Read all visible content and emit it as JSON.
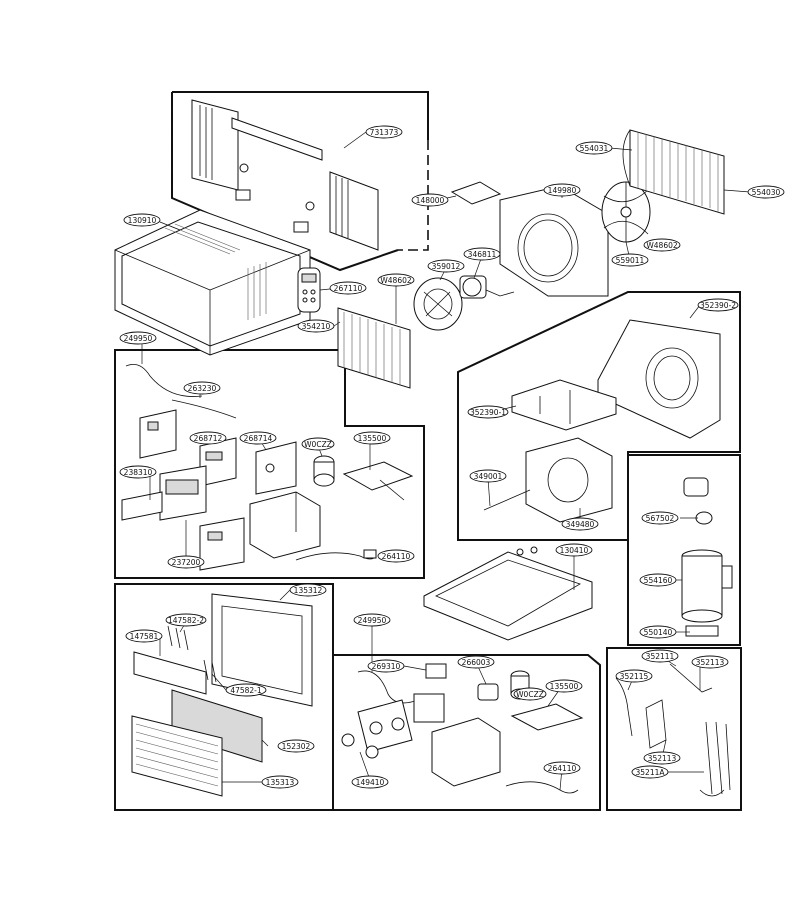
{
  "diagram": {
    "callouts": {
      "c731373": "731373",
      "c554031": "554031",
      "c554030": "554030",
      "c148000": "148000",
      "c149980": "149980",
      "c130910": "130910",
      "c346811": "346811",
      "c359012": "359012",
      "cW48602a": "W48602",
      "cW48602b": "W48602",
      "c559011": "559011",
      "c267110": "267110",
      "c354210": "354210",
      "c352390_2": "352390-2",
      "c249950a": "249950",
      "c263230": "263230",
      "c352390_1": "352390-1",
      "c268712": "268712",
      "c268714": "268714",
      "cW0CZZa": "W0CZZ",
      "c135500a": "135500",
      "c238310": "238310",
      "c349001": "349001",
      "c349480": "349480",
      "c237200": "237200",
      "c264110a": "264110",
      "c130410": "130410",
      "c567502": "567502",
      "c554160": "554160",
      "c550140": "550140",
      "c135312": "135312",
      "c147582_2": "147582-2",
      "c249950b": "249950",
      "c147581": "147581",
      "c147582_1": "47582-1",
      "c269310": "269310",
      "c266003": "266003",
      "cW0CZZb": "W0CZZ",
      "c135500b": "135500",
      "c352111": "352111",
      "c352113a": "352113",
      "c352115": "352115",
      "c152302": "152302",
      "c149410": "149410",
      "c264110b": "264110",
      "c352113b": "352113",
      "c135313": "135313",
      "c35211A": "35211A"
    }
  }
}
